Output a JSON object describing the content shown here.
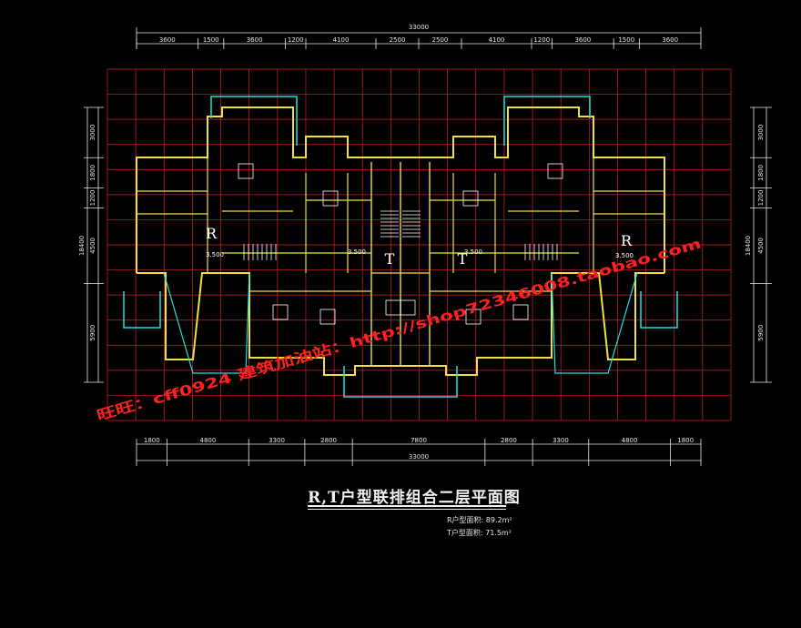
{
  "drawing": {
    "title": "R,T户型联排组合二层平面图",
    "area_notes": [
      "R户型面积: 89.2m²",
      "T户型面积: 71.5m²"
    ],
    "total_dim_top": "33000",
    "total_dim_bottom": "33000",
    "top_dims": [
      "3600",
      "1500",
      "3600",
      "1200",
      "4100",
      "2500",
      "2500",
      "4100",
      "1200",
      "3600",
      "1500",
      "3600"
    ],
    "bottom_dims": [
      "1800",
      "4800",
      "3300",
      "2800",
      "7800",
      "2800",
      "3300",
      "4800",
      "1800"
    ],
    "left_dims": [
      "3000",
      "1800",
      "1200",
      "4500",
      "5900"
    ],
    "right_dims": [
      "3000",
      "1800",
      "1200",
      "4500",
      "5900"
    ],
    "left_total": "18400",
    "right_total": "18400",
    "unit_labels": [
      "R",
      "T",
      "T",
      "R"
    ],
    "level_marks": [
      "3.500",
      "3.500",
      "3.500",
      "3.500"
    ],
    "watermarks": {
      "left": "旺旺：cff0924 建筑加油站：http://shop72346008.taobao.com"
    },
    "colors": {
      "background": "#000000",
      "grid": "#d0202a",
      "walls": "#f0e040",
      "windows": "#20e0e0",
      "dimension": "#e8e8e8",
      "furniture": "#ffffff",
      "watermark": "#ff2020"
    }
  }
}
